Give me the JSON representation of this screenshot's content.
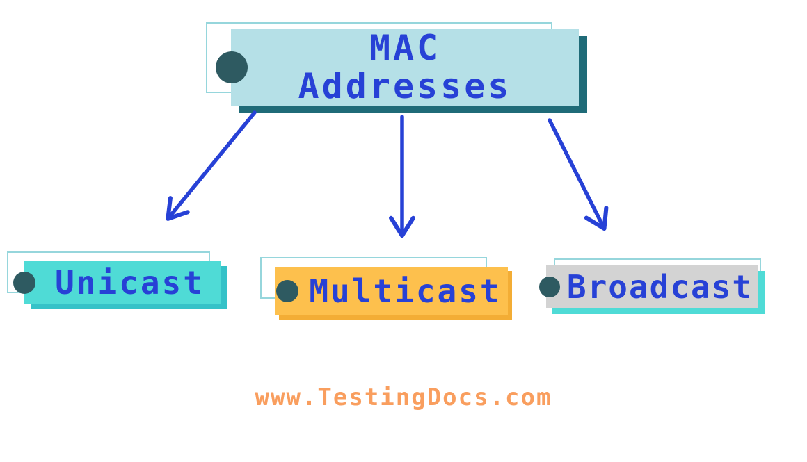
{
  "diagram": {
    "root": {
      "label": "MAC\nAddresses"
    },
    "nodes": [
      {
        "label": "Unicast"
      },
      {
        "label": "Multicast"
      },
      {
        "label": "Broadcast"
      }
    ],
    "watermark": "www.TestingDocs.com",
    "colors": {
      "text_blue": "#2741d6",
      "root_fill": "#b5e0e7",
      "root_shadow": "#1f6b78",
      "bullet_teal": "#2e5a61",
      "unicast_fill": "#4fdbd6",
      "multicast_fill": "#fdc04d",
      "broadcast_fill": "#d3d3d3",
      "broadcast_shadow": "#4fdbd6",
      "outline_teal": "#96d6dc",
      "arrow_blue": "#2741d6",
      "watermark_orange": "#f99e5e"
    }
  }
}
